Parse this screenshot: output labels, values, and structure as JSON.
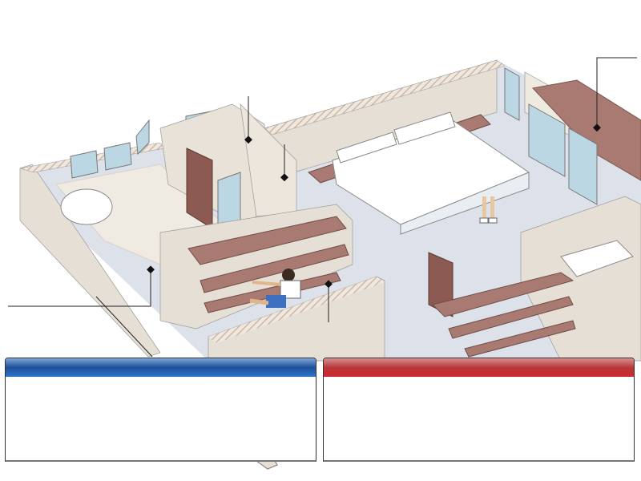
{
  "colors": {
    "left_panel_header": "#1c5aa8",
    "right_panel_header": "#c8282c",
    "wall": "#e6dfd6",
    "wall_top_hatch": "#d8cbbd",
    "floor": "#dde2ea",
    "bathroom_tile": "#ece7df",
    "shelf": "#a97a72",
    "door": "#8d5a52",
    "glass": "#bcd7e4",
    "bed": "#ffffff"
  },
  "icons": [
    "callout-diamond-marker",
    "person-figure",
    "bed",
    "bathtub"
  ]
}
